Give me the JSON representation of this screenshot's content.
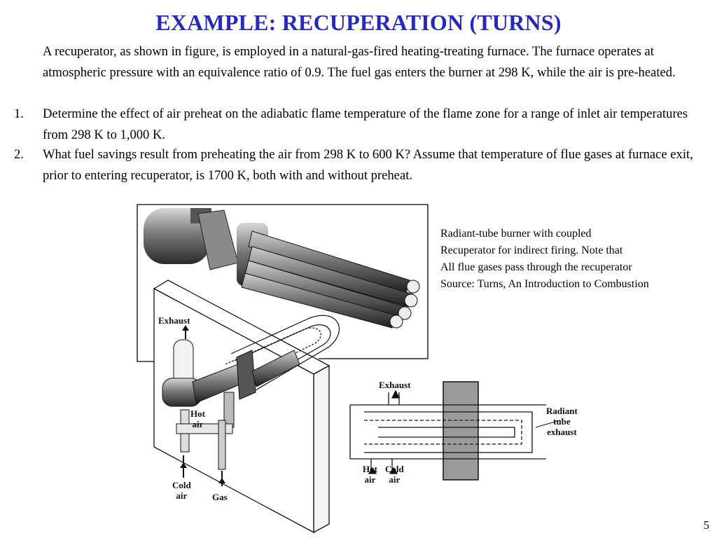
{
  "slide": {
    "title": "EXAMPLE: RECUPERATION (TURNS)",
    "intro": "A recuperator, as shown in figure, is employed in a natural-gas-fired heating-treating furnace. The furnace operates at atmospheric pressure with an equivalence ratio of 0.9. The fuel gas enters the burner at 298 K, while the air is pre-heated.",
    "items": [
      {
        "number": "1.",
        "text": "Determine the effect of air preheat on the adiabatic flame temperature of the flame zone for a range of inlet air temperatures from 298 K to 1,000 K."
      },
      {
        "number": "2.",
        "text": "What fuel savings result from preheating the air from 298 K to 600 K? Assume that temperature of flue gases at furnace exit, prior to entering recuperator, is 1700 K, both with and without preheat."
      }
    ],
    "caption_lines": [
      "Radiant-tube burner with coupled",
      "Recuperator for indirect firing. Note that",
      "All flue gases pass through the recuperator",
      "Source: Turns, An Introduction to Combustion"
    ],
    "page_number": "5"
  },
  "figure": {
    "left_labels": {
      "exhaust": "Exhaust",
      "hot_air": "Hot\nair",
      "cold_air": "Cold\nair",
      "gas": "Gas"
    },
    "right_labels": {
      "exhaust": "Exhaust",
      "radiant_tube_exhaust": "Radiant\ntube\nexhaust",
      "hot_air": "Hot\nair",
      "cold_air": "Cold\nair"
    }
  }
}
